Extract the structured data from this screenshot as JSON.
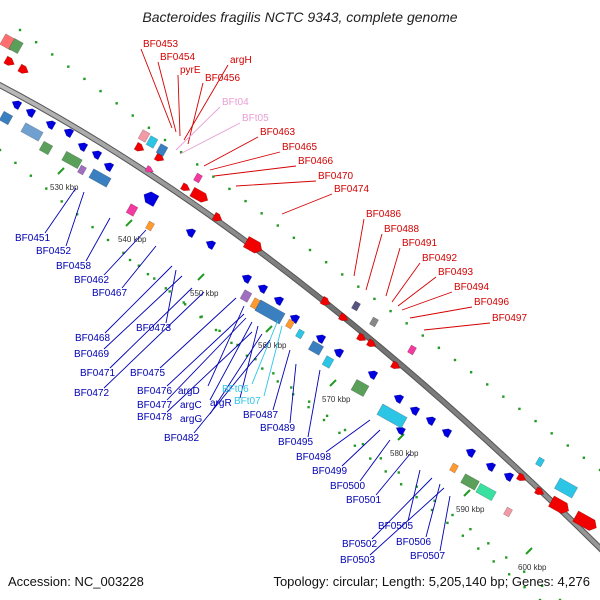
{
  "title": "Bacteroides fragilis NCTC 9343, complete genome",
  "footer": {
    "accession": "Accession: NC_003228",
    "summary": "Topology: circular; Length: 5,205,140 bp; Genes: 4,276"
  },
  "colors": {
    "forward_gene": "#f20000",
    "reverse_gene": "#0000e0",
    "trna": "#f23aa0",
    "label_top": "#d40000",
    "label_bottom": "#0000b4",
    "label_trna": "#e89ed6",
    "label_trna_alt": "#2dc5e6",
    "backbone": "#8a8a8a",
    "ticks": "#239b23"
  },
  "kbp_ticks": [
    "530 kbp",
    "540 kbp",
    "550 kbp",
    "560 kbp",
    "570 kbp",
    "580 kbp",
    "590 kbp",
    "600 kbp"
  ],
  "forward_labels": [
    {
      "name": "BF0453",
      "kind": "gene"
    },
    {
      "name": "BF0454",
      "kind": "gene"
    },
    {
      "name": "pyrE",
      "kind": "gene"
    },
    {
      "name": "argH",
      "kind": "gene"
    },
    {
      "name": "BF0456",
      "kind": "gene"
    },
    {
      "name": "BFt04",
      "kind": "trna"
    },
    {
      "name": "BFt05",
      "kind": "trna"
    },
    {
      "name": "BF0463",
      "kind": "gene"
    },
    {
      "name": "BF0465",
      "kind": "gene"
    },
    {
      "name": "BF0466",
      "kind": "gene"
    },
    {
      "name": "BF0470",
      "kind": "gene"
    },
    {
      "name": "BF0474",
      "kind": "gene"
    },
    {
      "name": "BF0486",
      "kind": "gene"
    },
    {
      "name": "BF0488",
      "kind": "gene"
    },
    {
      "name": "BF0491",
      "kind": "gene"
    },
    {
      "name": "BF0492",
      "kind": "gene"
    },
    {
      "name": "BF0493",
      "kind": "gene"
    },
    {
      "name": "BF0494",
      "kind": "gene"
    },
    {
      "name": "BF0496",
      "kind": "gene"
    },
    {
      "name": "BF0497",
      "kind": "gene"
    }
  ],
  "reverse_labels": [
    {
      "name": "BF0451",
      "kind": "gene"
    },
    {
      "name": "BF0452",
      "kind": "gene"
    },
    {
      "name": "BF0458",
      "kind": "gene"
    },
    {
      "name": "BF0462",
      "kind": "gene"
    },
    {
      "name": "BF0467",
      "kind": "gene"
    },
    {
      "name": "BF0468",
      "kind": "gene"
    },
    {
      "name": "BF0473",
      "kind": "gene"
    },
    {
      "name": "BF0469",
      "kind": "gene"
    },
    {
      "name": "BF0471",
      "kind": "gene"
    },
    {
      "name": "BF0472",
      "kind": "gene"
    },
    {
      "name": "BF0475",
      "kind": "gene"
    },
    {
      "name": "argD",
      "kind": "gene"
    },
    {
      "name": "BF0476",
      "kind": "gene"
    },
    {
      "name": "BF0477",
      "kind": "gene"
    },
    {
      "name": "argC",
      "kind": "gene"
    },
    {
      "name": "argR",
      "kind": "gene"
    },
    {
      "name": "BFt06",
      "kind": "trna_alt"
    },
    {
      "name": "BFt07",
      "kind": "trna_alt"
    },
    {
      "name": "BF0478",
      "kind": "gene"
    },
    {
      "name": "argG",
      "kind": "gene"
    },
    {
      "name": "BF0482",
      "kind": "gene"
    },
    {
      "name": "BF0487",
      "kind": "gene"
    },
    {
      "name": "BF0489",
      "kind": "gene"
    },
    {
      "name": "BF0495",
      "kind": "gene"
    },
    {
      "name": "BF0498",
      "kind": "gene"
    },
    {
      "name": "BF0499",
      "kind": "gene"
    },
    {
      "name": "BF0500",
      "kind": "gene"
    },
    {
      "name": "BF0501",
      "kind": "gene"
    },
    {
      "name": "BF0505",
      "kind": "gene"
    },
    {
      "name": "BF0502",
      "kind": "gene"
    },
    {
      "name": "BF0506",
      "kind": "gene"
    },
    {
      "name": "BF0503",
      "kind": "gene"
    },
    {
      "name": "BF0507",
      "kind": "gene"
    }
  ]
}
